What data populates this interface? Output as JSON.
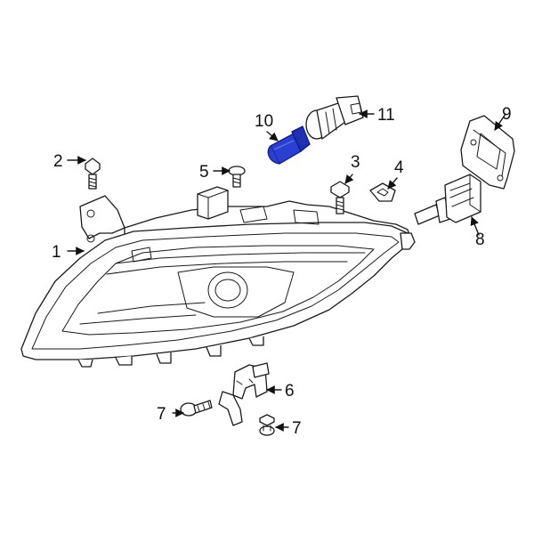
{
  "callouts": [
    {
      "id": "1",
      "text": "1"
    },
    {
      "id": "2",
      "text": "2"
    },
    {
      "id": "3",
      "text": "3"
    },
    {
      "id": "4",
      "text": "4"
    },
    {
      "id": "5",
      "text": "5"
    },
    {
      "id": "6",
      "text": "6"
    },
    {
      "id": "7a",
      "text": "7"
    },
    {
      "id": "7b",
      "text": "7"
    },
    {
      "id": "8",
      "text": "8"
    },
    {
      "id": "9",
      "text": "9"
    },
    {
      "id": "10",
      "text": "10"
    },
    {
      "id": "11",
      "text": "11"
    }
  ],
  "colors": {
    "line": "#1a1a1a",
    "highlight": "#2b3fd1",
    "highlight_dark": "#0b1a8c",
    "background": "#ffffff"
  },
  "icons": {
    "headlamp": "headlamp-assembly-icon",
    "bulb": "bulb-icon",
    "socket": "bulb-socket-icon",
    "bolt": "bolt-icon",
    "clip": "clip-icon",
    "bracket": "bracket-icon",
    "hid": "hid-bulb-icon",
    "ballast": "ballast-icon"
  }
}
